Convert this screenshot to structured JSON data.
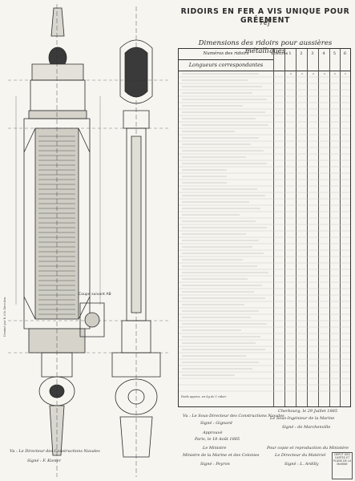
{
  "document": {
    "title": "RIDOIRS EN FER A VIS UNIQUE POUR GRÉEMENT",
    "flourish": "ref",
    "subtitle": "Dimensions des ridoirs pour aussières métalliques",
    "section_label": "Coupe suivant AB",
    "table": {
      "header_number": "Numéros des ridoirs",
      "header_dimensions": "Longueurs correspondantes",
      "columns": [
        "Lettres",
        "1",
        "2",
        "3",
        "4",
        "5",
        "6"
      ],
      "footer_line": "Poids approx. en kg de 1 ridoir"
    },
    "signatures": {
      "left_block": [
        "Vu : Le Directeur des Constructions Navales",
        "Signé : F. Kiener"
      ],
      "center_block": [
        "Vu : Le Sous-Directeur des Constructions Navales",
        "Signé : Gignard",
        "Approuvé",
        "Paris, le 18 Août 1885",
        "Le Ministre",
        "Ministre de la Marine et des Colonies",
        "Signé : Peyron"
      ],
      "right_top": [
        "Cherbourg, le 29 Juillet 1885",
        "Le Sous-Ingénieur de la Marine",
        "Signé : de Marchenville"
      ],
      "right_bottom": [
        "Pour copie et reproduction du Ministère",
        "Le Directeur du Matériel",
        "Signé : L. Ardilly"
      ]
    },
    "stamp": "DÉPÔT DES CARTES ET PLANS DE LA MARINE",
    "margin_note": "Dessiné par B. à la Direction"
  }
}
